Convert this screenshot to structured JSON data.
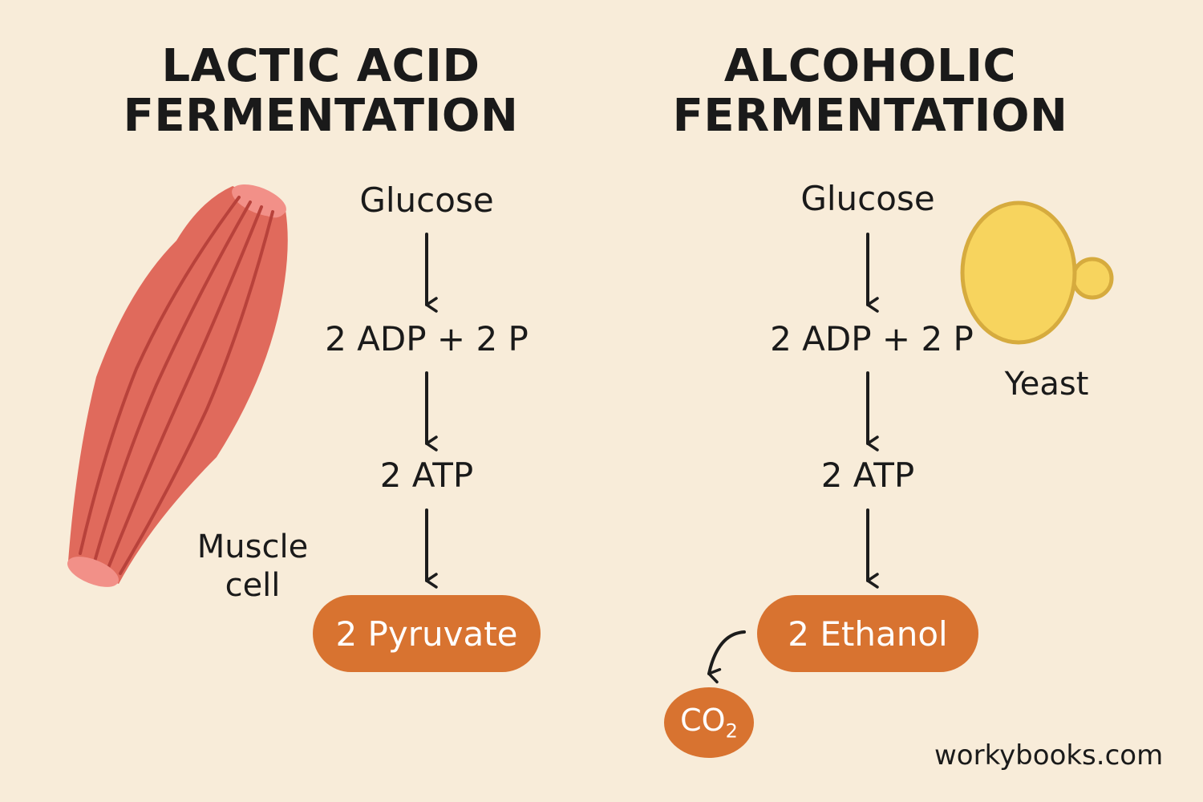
{
  "lactic": {
    "title_line1": "LACTIC ACID",
    "title_line2": "FERMENTATION",
    "steps": [
      "Glucose",
      "2 ADP + 2 P",
      "2 ATP"
    ],
    "product": "2 Pyruvate",
    "organism_label_line1": "Muscle",
    "organism_label_line2": "cell"
  },
  "alcoholic": {
    "title_line1": "ALCOHOLIC",
    "title_line2": "FERMENTATION",
    "steps": [
      "Glucose",
      "2 ADP + 2 P",
      "2 ATP"
    ],
    "product": "2 Ethanol",
    "byproduct": "CO",
    "byproduct_subscript": "2",
    "organism_label": "Yeast"
  },
  "footer": "workybooks.com",
  "colors": {
    "background": "#f8ecd9",
    "muscle": "#e06a5c",
    "muscle_stripe": "#b8423b",
    "muscle_end": "#f29088",
    "product_pill": "#d87330",
    "yeast_fill": "#f7d45e",
    "yeast_outline": "#d6ab3e"
  }
}
